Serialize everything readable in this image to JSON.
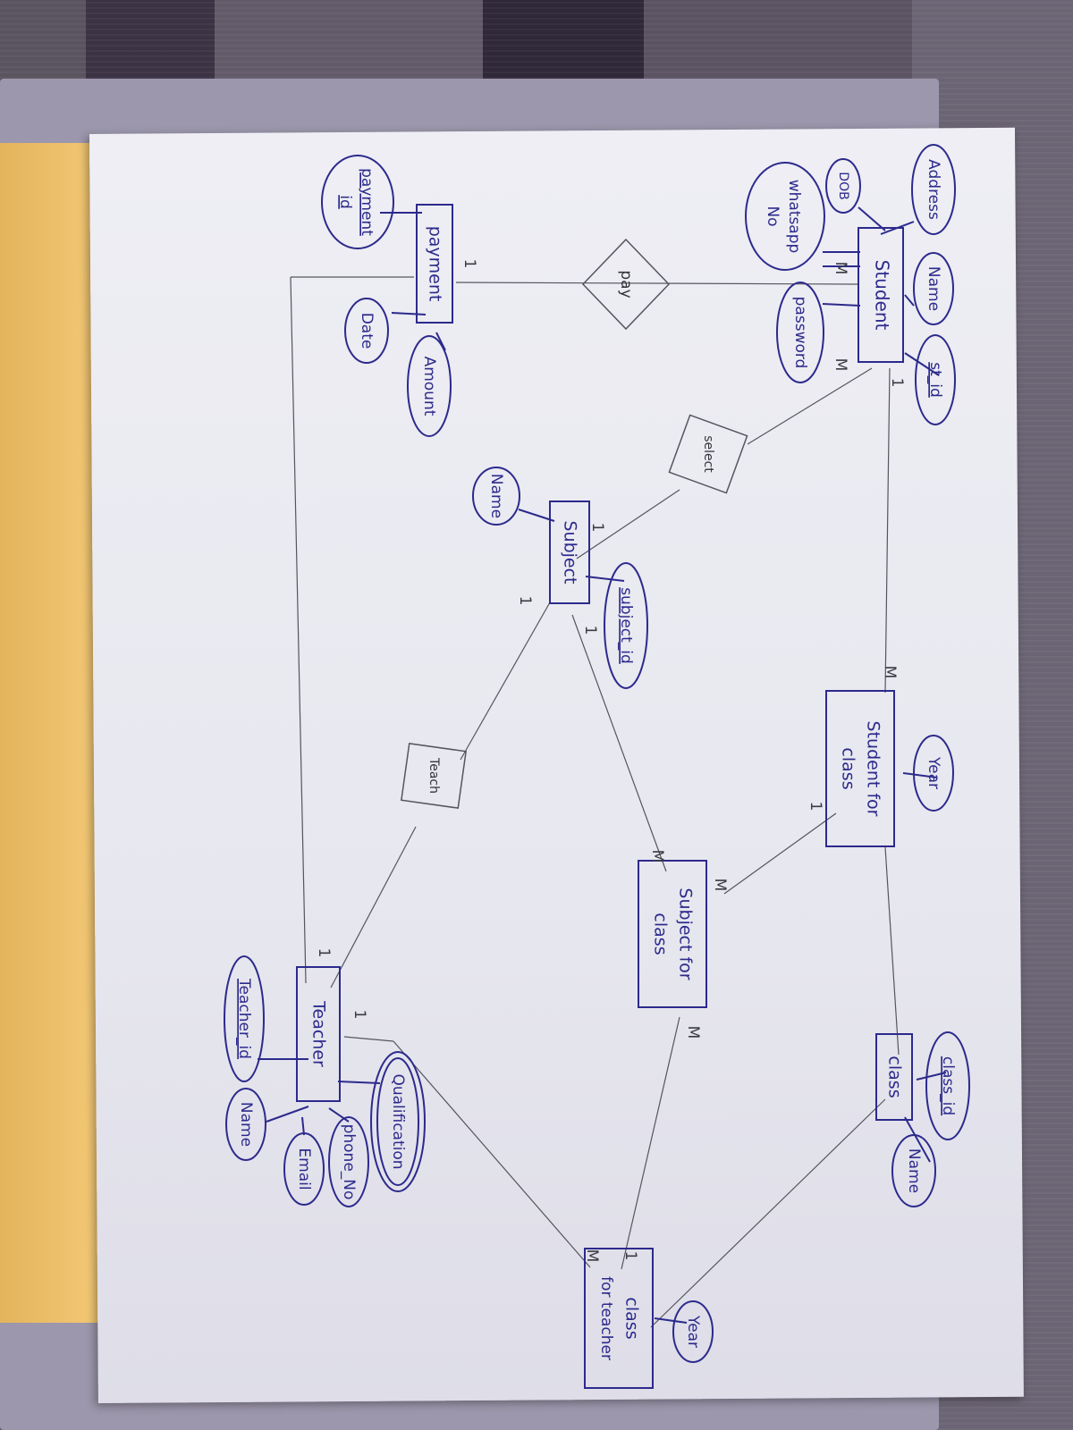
{
  "entities": {
    "student": "Student",
    "payment": "payment",
    "subject": "Subject",
    "teacher": "Teacher",
    "student_for_class": [
      "Student for",
      "class"
    ],
    "subject_for_class": [
      "Subject for",
      "class"
    ],
    "class": "class",
    "class_for_teacher": [
      "class",
      "for teacher"
    ]
  },
  "relationships": {
    "pay": "pay",
    "select": "select",
    "teach": "Teach"
  },
  "attributes": {
    "student": {
      "address": "Address",
      "dob": "DOB",
      "name": "Name",
      "st_id": "st_id",
      "whatsapp": [
        "whatsapp",
        "No"
      ],
      "password": "password"
    },
    "payment": {
      "payment_id": [
        "payment",
        "id"
      ],
      "date": "Date",
      "amount": "Amount"
    },
    "subject": {
      "name": "Name",
      "subject_id": "subject_id"
    },
    "student_for_class": {
      "year": "Year"
    },
    "class": {
      "class_id": "class_id",
      "name": "Name"
    },
    "teacher": {
      "teacher_id": "Teacher_id",
      "name": "Name",
      "email": "Email",
      "phone_no": "phone_No",
      "qualification": "Qualification"
    },
    "class_for_teacher": {
      "year": "Year"
    }
  },
  "cardinalities": {
    "student_pay": "M",
    "payment_pay": "1",
    "student_select": "M",
    "student_sfc": "1",
    "sfc_student": "M",
    "subject_select": "1",
    "subject_teach": "1",
    "subject_sjfc": "1",
    "sfc_class": "1",
    "sjfc_sfc": "M",
    "sjfc_subject": "M",
    "sjfc_cft": "M",
    "teacher_teach": "1",
    "teacher_payment": "1",
    "cft_sjfc": "1",
    "cft_teacher": "M"
  },
  "colors": {
    "ink": "#2c2a8c",
    "pencil": "#55555d",
    "paper": "#eeeef4"
  }
}
